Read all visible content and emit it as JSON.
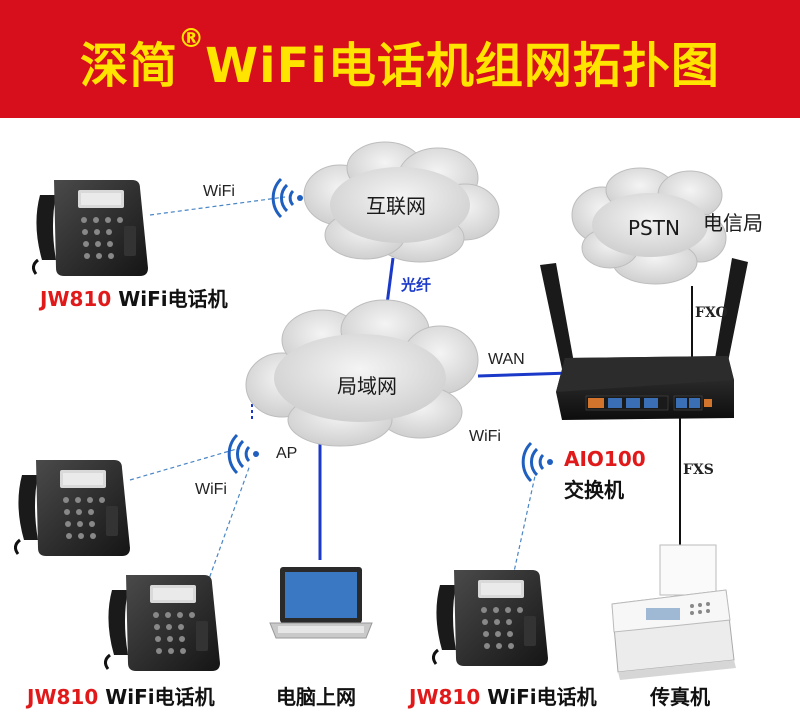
{
  "header": {
    "brand": "深简",
    "trademark": "®",
    "title_rest": "WiFi电话机组网拓扑图"
  },
  "clouds": {
    "internet": "互联网",
    "lan": "局域网",
    "pstn": "PSTN"
  },
  "links": {
    "fiber": "光纤",
    "wan": "WAN",
    "fxo": "FXO",
    "fxs": "FXS",
    "wifi_top": "WiFi",
    "wifi_left": "WiFi",
    "wifi_right": "WiFi",
    "ap": "AP"
  },
  "labels": {
    "telecom_office": "电信局",
    "exchange_model": "AIO100",
    "exchange_name": "交换机",
    "pc_online": "电脑上网",
    "fax": "传真机"
  },
  "phones": [
    {
      "model": "JW810",
      "desc": " WiFi电话机"
    },
    {
      "model": "JW810",
      "desc": " WiFi电话机"
    },
    {
      "model": "JW810",
      "desc": " WiFi电话机"
    }
  ],
  "colors": {
    "banner_bg": "#d70f1c",
    "banner_text": "#ffe400",
    "model_red": "#e01a1a",
    "link_blue": "#1b39c9",
    "wifi_blue": "#1f5fbf"
  }
}
